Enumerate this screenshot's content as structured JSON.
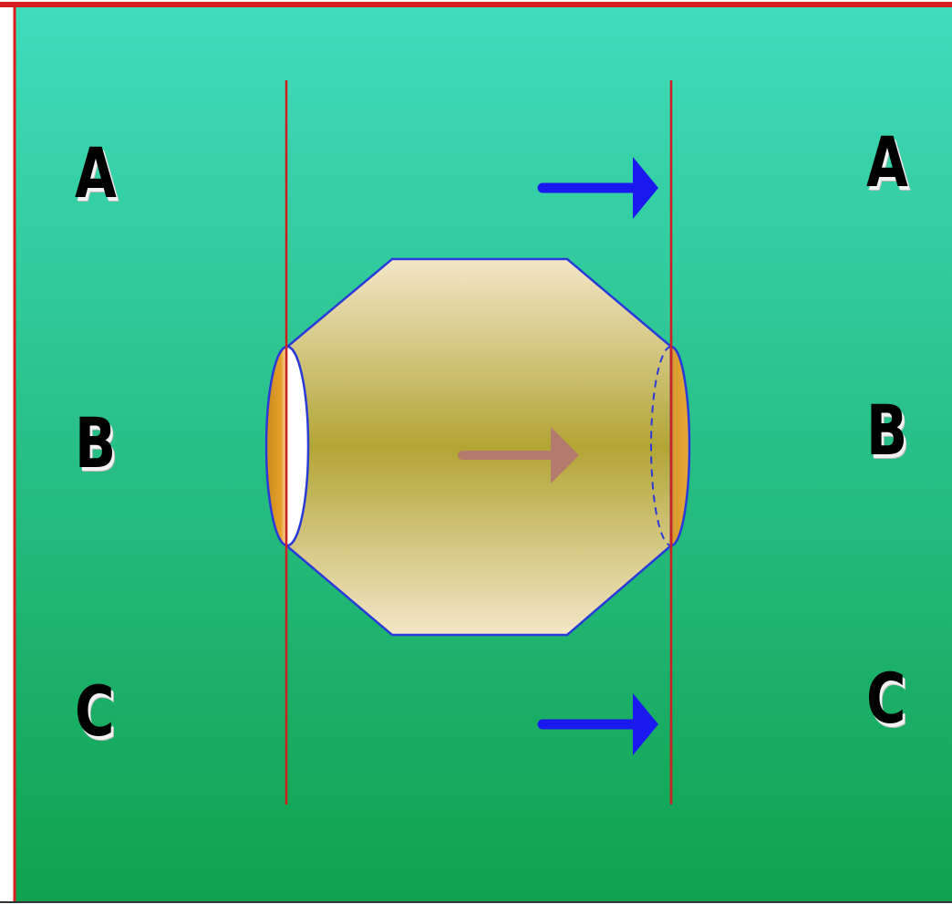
{
  "labels": {
    "left": [
      "A",
      "B",
      "C"
    ],
    "right": [
      "A",
      "B",
      "C"
    ]
  },
  "colors": {
    "frame_border": "#d81e1e",
    "background_top": "#40dcbd",
    "background_bottom": "#0fa24e",
    "boundary_line": "#cc1f1f",
    "shape_outline": "#2a3ad8",
    "shape_light": "#f3e6c7",
    "shape_dark": "#b2a535",
    "flow_arrow": "#1a1af0",
    "center_arrow": "#b47a6e"
  }
}
